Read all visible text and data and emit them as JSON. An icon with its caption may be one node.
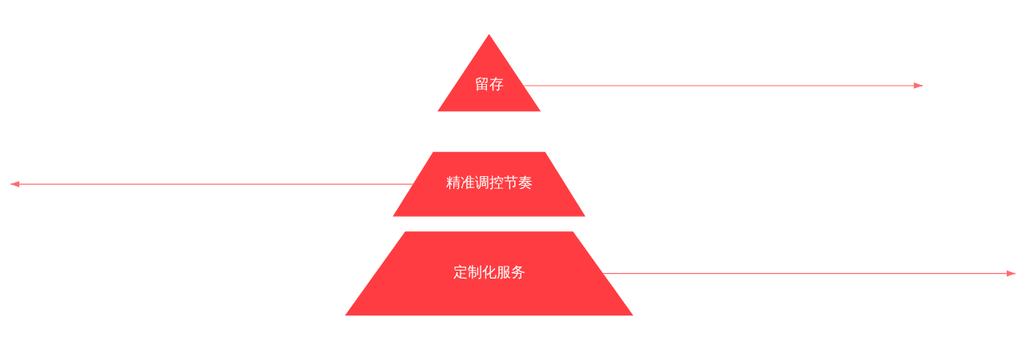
{
  "diagram": {
    "nodes": [
      {
        "text": [
          "留存"
        ]
      },
      {
        "text": [
          "精准调控节奏"
        ]
      },
      {
        "text": [
          "定制化服务"
        ]
      }
    ],
    "edges": [
      {
        "from": 0,
        "to": null,
        "arrow": "to"
      },
      {
        "from": 1,
        "to": null,
        "arrow": "to"
      },
      {
        "from": 2,
        "to": null,
        "arrow": "to"
      }
    ]
  }
}
